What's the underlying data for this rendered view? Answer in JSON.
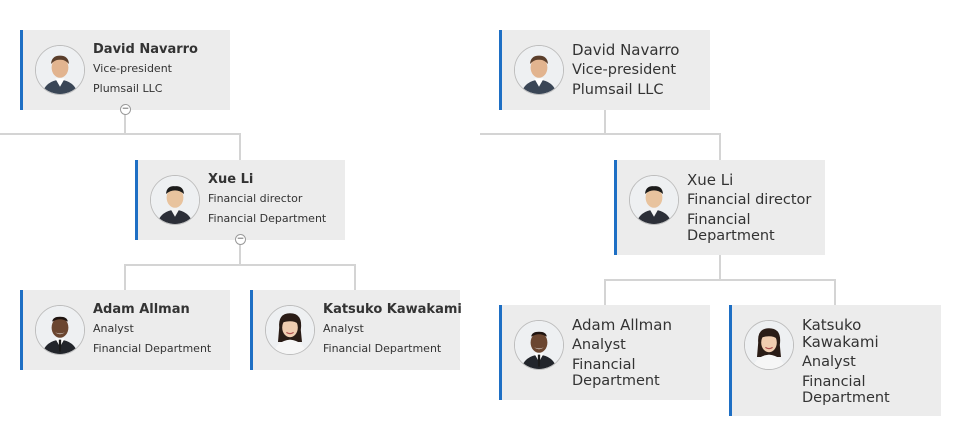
{
  "left_chart": {
    "david": {
      "name": "David Navarro",
      "title": "Vice-president",
      "dept": "Plumsail LLC"
    },
    "xue": {
      "name": "Xue Li",
      "title": "Financial director",
      "dept": "Financial Department"
    },
    "adam": {
      "name": "Adam Allman",
      "title": "Analyst",
      "dept": "Financial Department"
    },
    "katsuko": {
      "name": "Katsuko Kawakami",
      "title": "Analyst",
      "dept": "Financial Department"
    },
    "collapse_symbol": "−"
  },
  "right_chart": {
    "david": {
      "name": "David Navarro",
      "title": "Vice-president",
      "dept": "Plumsail LLC"
    },
    "xue": {
      "name": "Xue Li",
      "title": "Financial director",
      "dept": "Financial Department"
    },
    "adam": {
      "name": "Adam Allman",
      "title": "Analyst",
      "dept": "Financial Department"
    },
    "katsuko": {
      "name": "Katsuko Kawakami",
      "title": "Analyst",
      "dept": "Financial Department"
    }
  },
  "colors": {
    "accent": "#1e6fc4",
    "card_bg": "#ececec",
    "connector": "#d4d4d4"
  }
}
